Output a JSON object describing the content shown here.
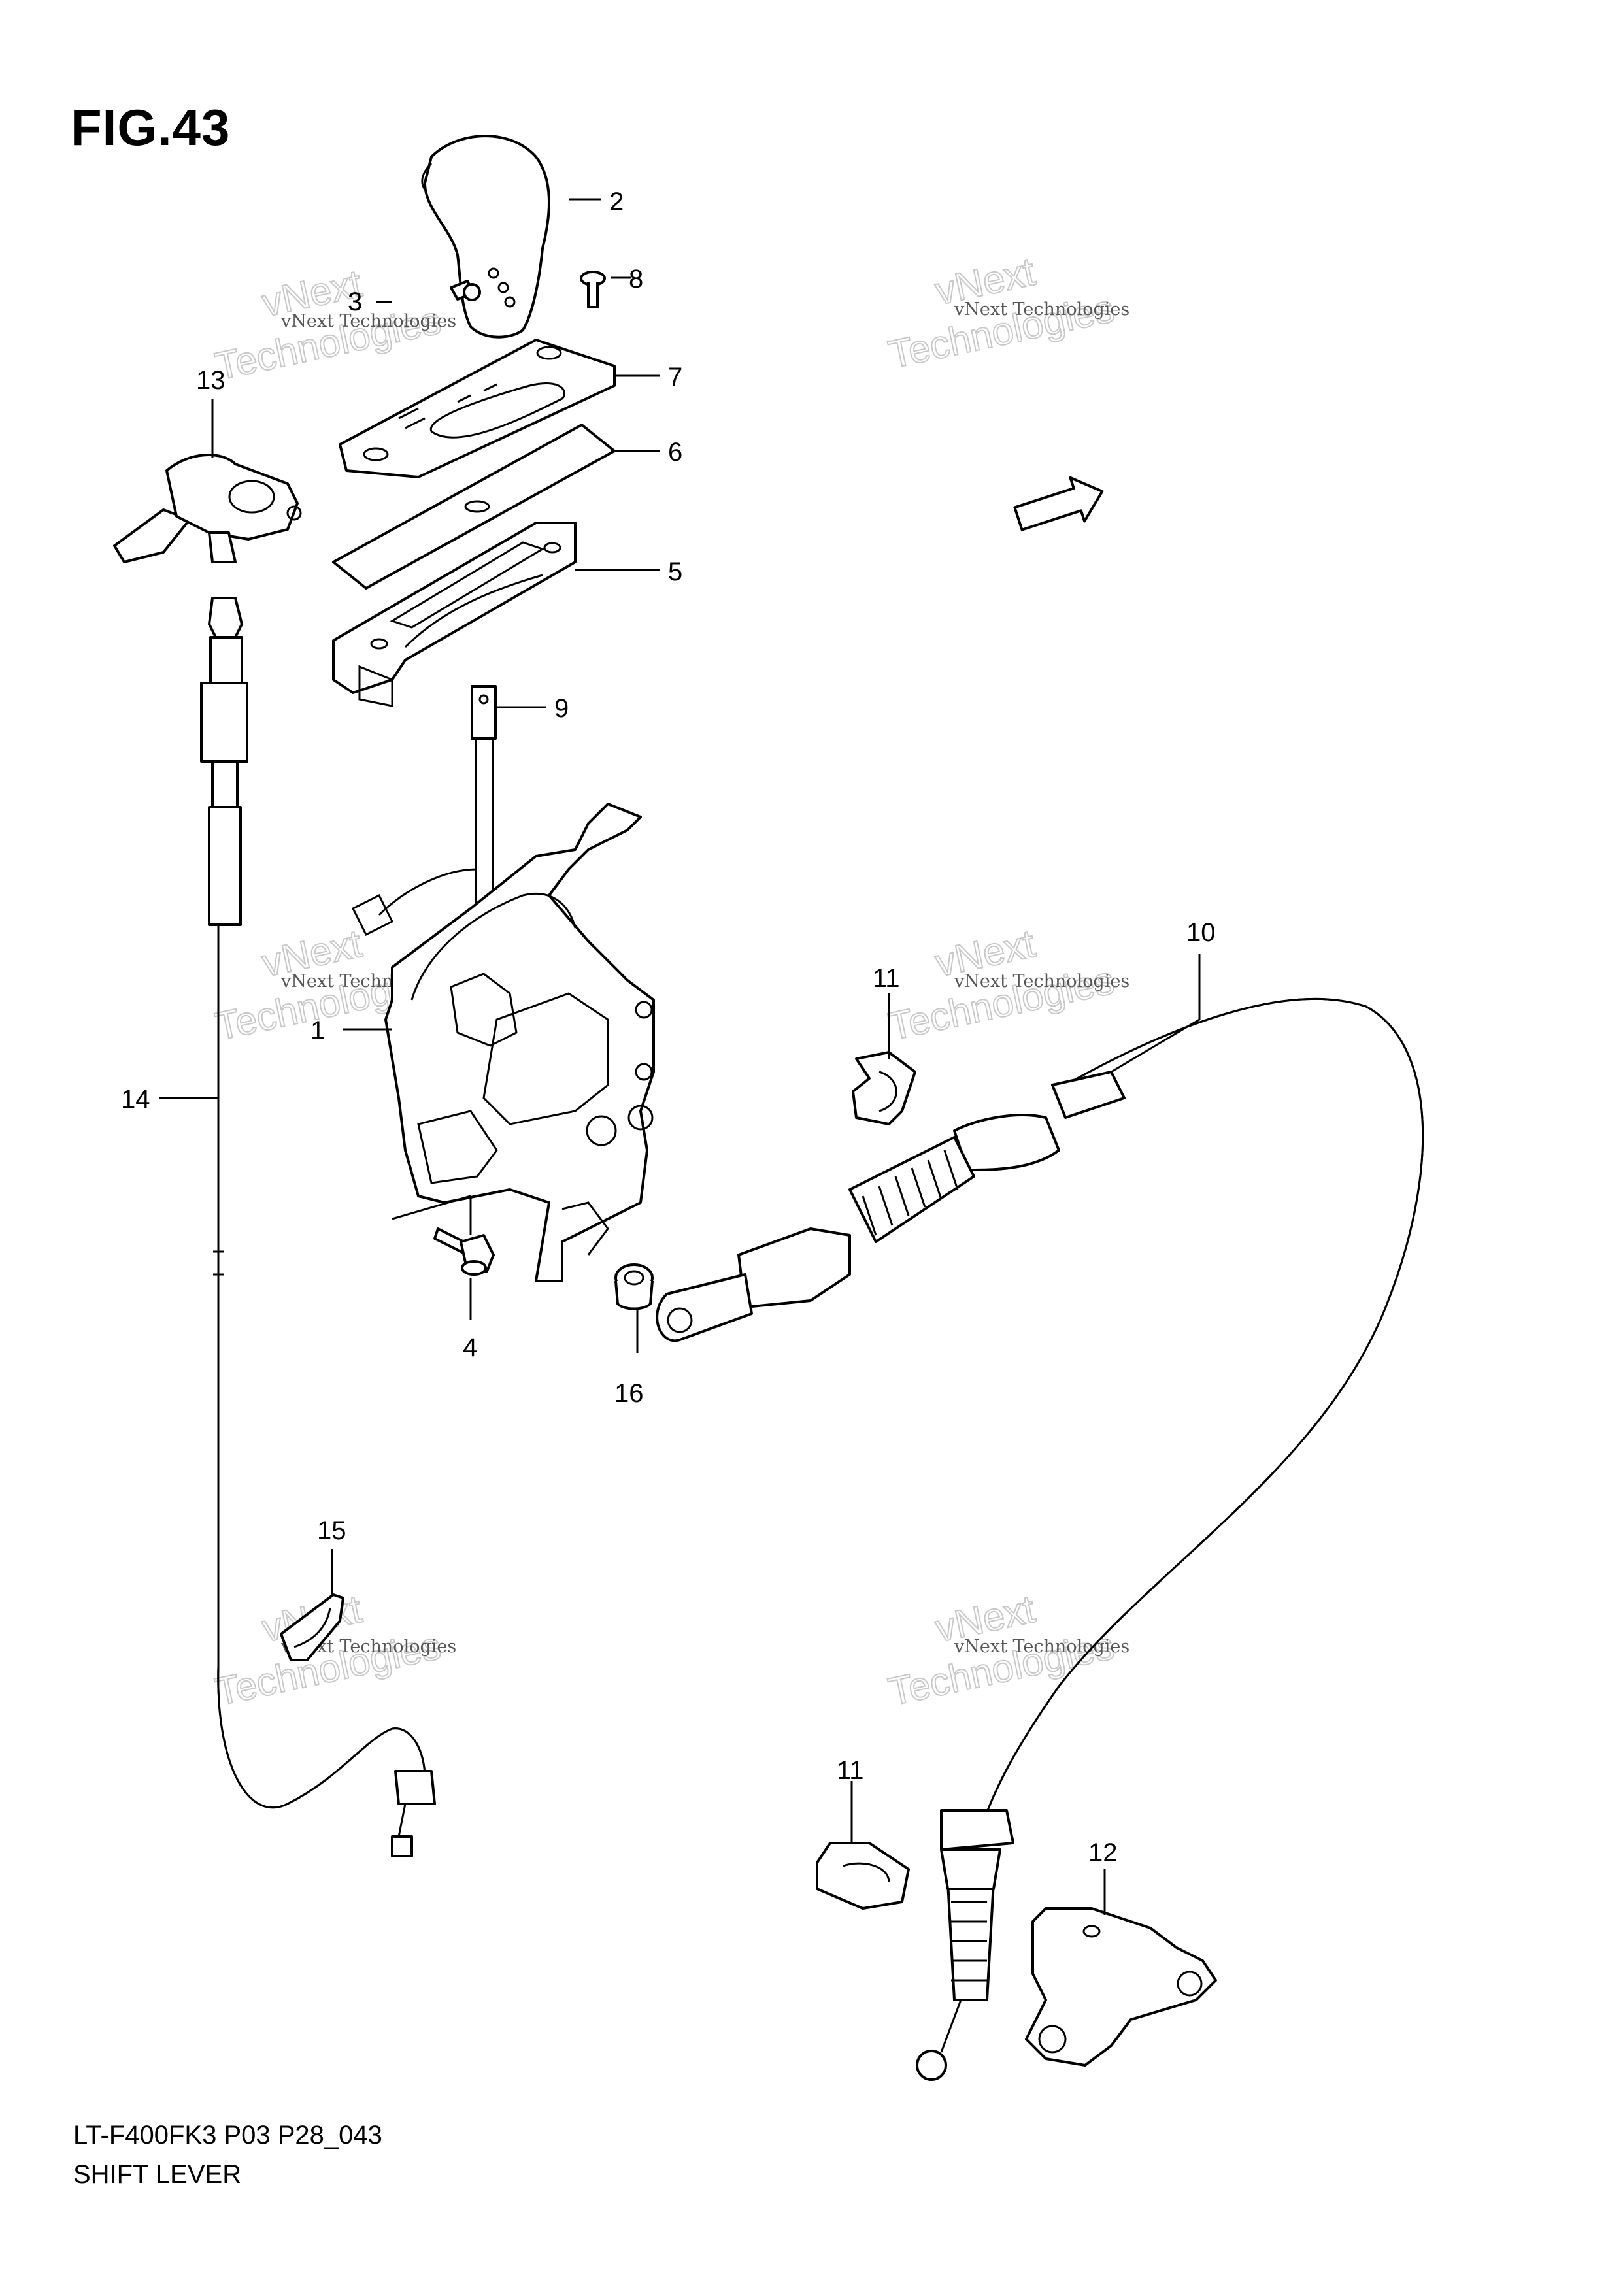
{
  "figure": {
    "title": "FIG.43"
  },
  "footer": {
    "model_code": "LT-F400FK3 P03 P28_043",
    "caption": "SHIFT LEVER"
  },
  "direction_marker": {
    "label": "FWD"
  },
  "watermark": {
    "line1": "vNext Technologies",
    "line2": "vNext",
    "line3": "Technologies"
  },
  "parts": [
    {
      "number": "1"
    },
    {
      "number": "2"
    },
    {
      "number": "3"
    },
    {
      "number": "4"
    },
    {
      "number": "5"
    },
    {
      "number": "6"
    },
    {
      "number": "7"
    },
    {
      "number": "8"
    },
    {
      "number": "9"
    },
    {
      "number": "10"
    },
    {
      "number": "11"
    },
    {
      "number": "11"
    },
    {
      "number": "12"
    },
    {
      "number": "13"
    },
    {
      "number": "14"
    },
    {
      "number": "15"
    },
    {
      "number": "16"
    }
  ]
}
